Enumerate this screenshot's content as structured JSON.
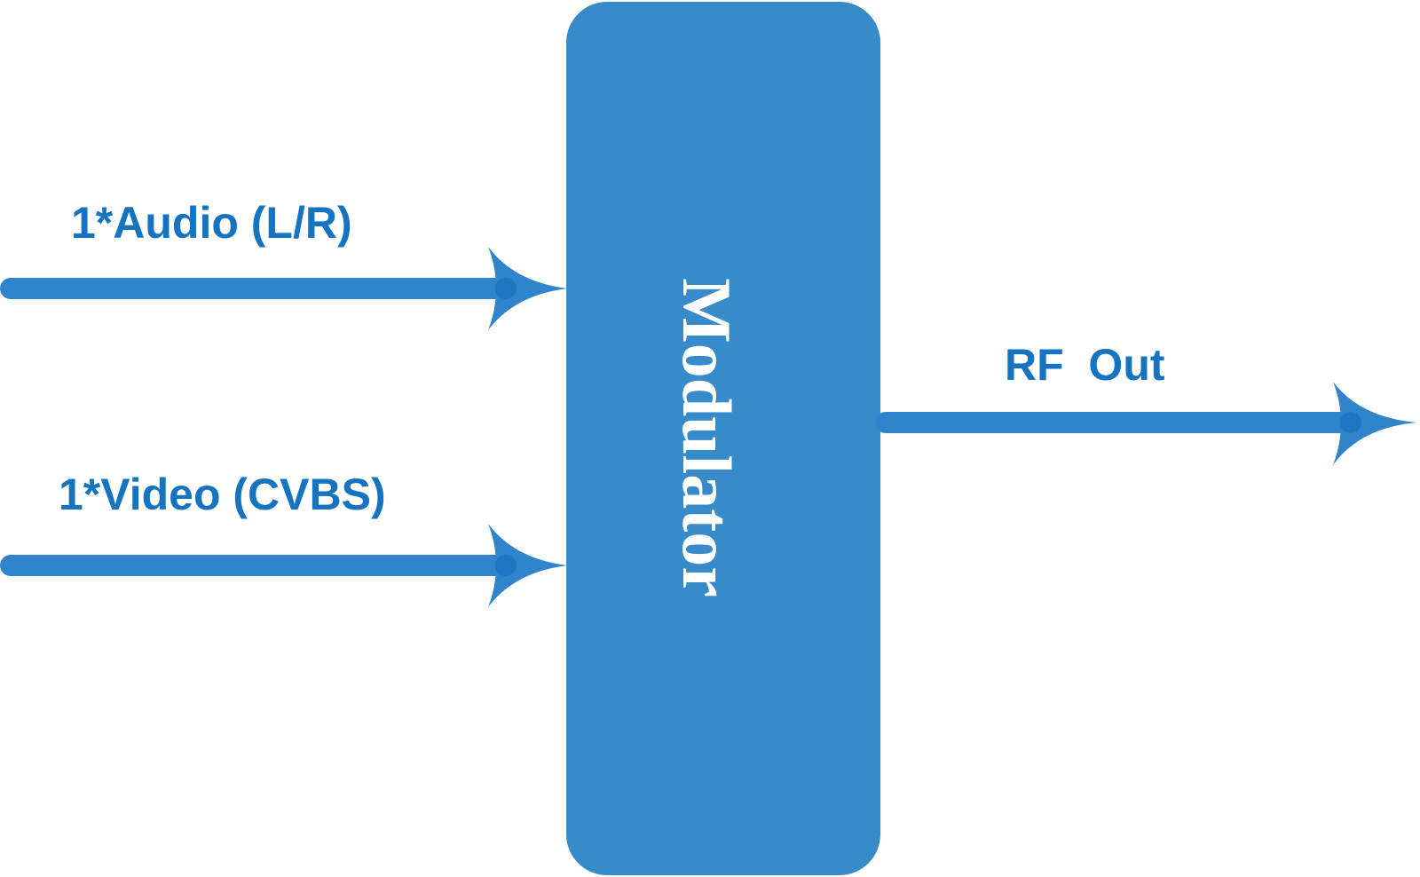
{
  "diagram": {
    "inputs": [
      {
        "label": "1*Audio (L/R)"
      },
      {
        "label": "1*Video (CVBS)"
      }
    ],
    "block": {
      "label": "Modulator"
    },
    "output": {
      "label": "RF  Out"
    }
  },
  "colors": {
    "block_fill": "#378bcb",
    "arrow": "#2f84cc",
    "arrow_dark": "#1a6fbf",
    "text": "#1573c0",
    "block_text": "#ffffff"
  }
}
